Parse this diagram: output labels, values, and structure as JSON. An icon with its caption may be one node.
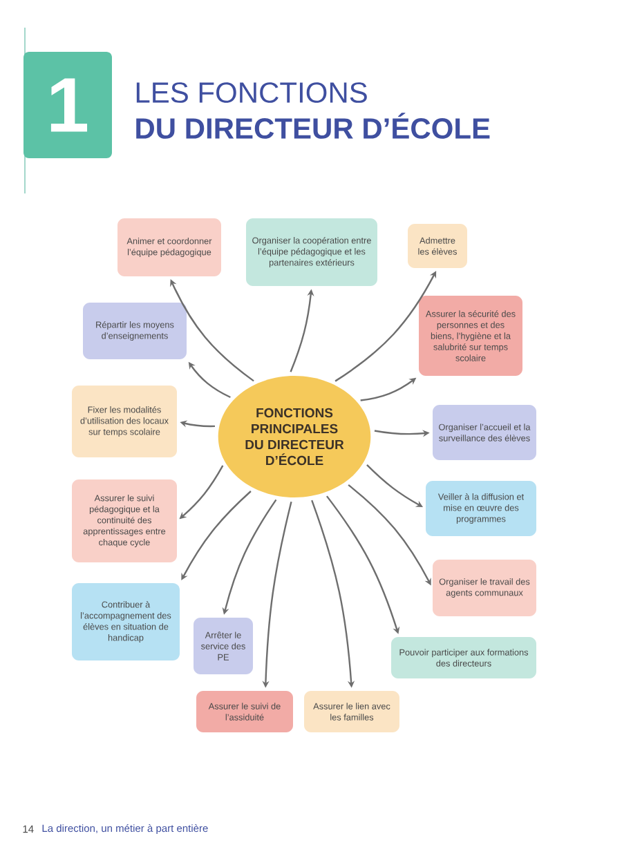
{
  "diagram": {
    "nodes": [
      {
        "text": [
          "FONCTIONS PRINCIPALES DU DIRECTEUR D’ÉCOLE"
        ]
      },
      {
        "text": [
          "Animer et coordonner l’équipe pédagogique"
        ]
      },
      {
        "text": [
          "Organiser la coopération entre l’équipe pédagogique et les partenaires extérieurs"
        ]
      },
      {
        "text": [
          "Admettre les élèves"
        ]
      },
      {
        "text": [
          "Répartir les moyens d’enseignements"
        ]
      },
      {
        "text": [
          "Assurer la sécurité des personnes et des biens, l’hygiène et la salubrité sur temps scolaire"
        ]
      },
      {
        "text": [
          "Fixer les modalités d’utilisation des locaux sur temps scolaire"
        ]
      },
      {
        "text": [
          "Organiser l’accueil et la surveillance des élèves"
        ]
      },
      {
        "text": [
          "Assurer le suivi pédagogique et la continuité des apprentissages entre chaque cycle"
        ]
      },
      {
        "text": [
          "Veiller à la diffusion et mise en œuvre des programmes"
        ]
      },
      {
        "text": [
          "Contribuer à l’accompagnement des élèves en situation de handicap"
        ]
      },
      {
        "text": [
          "Arrêter le service des PE"
        ]
      },
      {
        "text": [
          "Organiser le travail des agents communaux"
        ]
      },
      {
        "text": [
          "Pouvoir participer aux formations des directeurs"
        ]
      },
      {
        "text": [
          "Assurer le suivi de l’assiduité"
        ]
      },
      {
        "text": [
          "Assurer le lien avec les familles"
        ]
      }
    ],
    "edges": [
      {
        "from": 0,
        "to": 1,
        "arrow": "to"
      },
      {
        "from": 0,
        "to": 2,
        "arrow": "to"
      },
      {
        "from": 0,
        "to": 3,
        "arrow": "to"
      },
      {
        "from": 0,
        "to": 4,
        "arrow": "to"
      },
      {
        "from": 0,
        "to": 5,
        "arrow": "to"
      },
      {
        "from": 0,
        "to": 6,
        "arrow": "to"
      },
      {
        "from": 0,
        "to": 7,
        "arrow": "to"
      },
      {
        "from": 0,
        "to": 8,
        "arrow": "to"
      },
      {
        "from": 0,
        "to": 9,
        "arrow": "to"
      },
      {
        "from": 0,
        "to": 10,
        "arrow": "to"
      },
      {
        "from": 0,
        "to": 11,
        "arrow": "to"
      },
      {
        "from": 0,
        "to": 12,
        "arrow": "to"
      },
      {
        "from": 0,
        "to": 13,
        "arrow": "to"
      },
      {
        "from": 0,
        "to": 14,
        "arrow": "to"
      },
      {
        "from": 0,
        "to": 15,
        "arrow": "to"
      }
    ],
    "labels": [
      "1",
      "LES FONCTIONS",
      "DU DIRECTEUR D’ÉCOLE",
      "14",
      "La direction, un métier à part entière"
    ]
  }
}
